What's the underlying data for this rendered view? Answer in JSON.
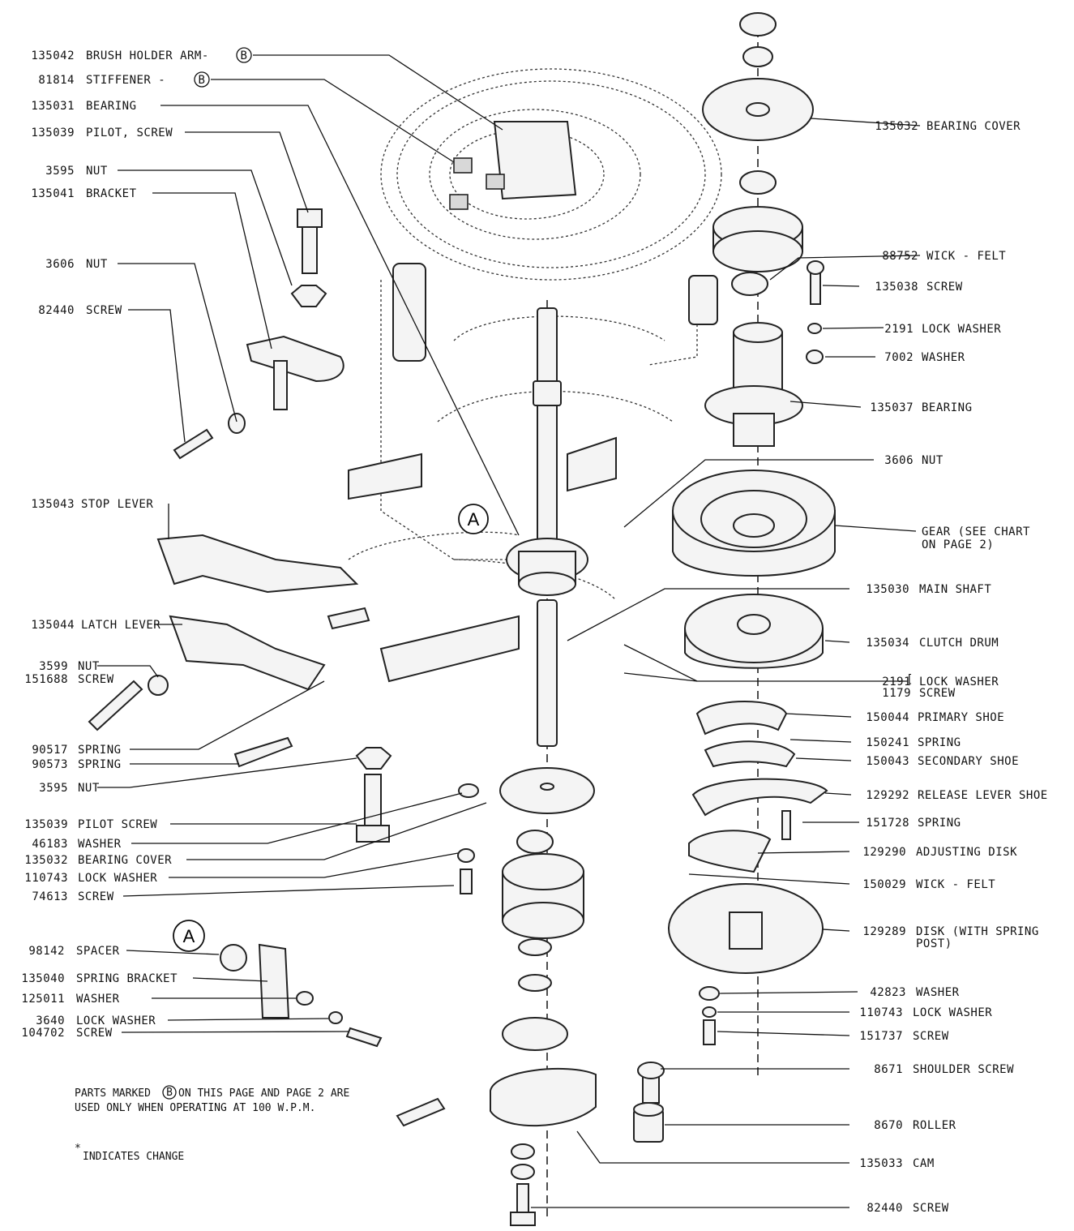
{
  "callouts_left": [
    {
      "number": "135042",
      "label": "BRUSH HOLDER ARM-",
      "mark": "B"
    },
    {
      "number": "81814",
      "label": "STIFFENER -",
      "mark": "B"
    },
    {
      "number": "135031",
      "label": "BEARING"
    },
    {
      "number": "135039",
      "label": "PILOT, SCREW"
    },
    {
      "number": "3595",
      "label": "NUT"
    },
    {
      "number": "135041",
      "label": "BRACKET"
    },
    {
      "number": "3606",
      "label": "NUT"
    },
    {
      "number": "82440",
      "label": "SCREW"
    },
    {
      "number": "135043",
      "label": "STOP LEVER"
    },
    {
      "number": "135044",
      "label": "LATCH LEVER"
    },
    {
      "number": "3599",
      "label": "NUT"
    },
    {
      "number": "151688",
      "label": "SCREW"
    },
    {
      "number": "90517",
      "label": "SPRING"
    },
    {
      "number": "90573",
      "label": "SPRING"
    },
    {
      "number": "3595",
      "label": "NUT"
    },
    {
      "number": "135039",
      "label": "PILOT SCREW"
    },
    {
      "number": "46183",
      "label": "WASHER"
    },
    {
      "number": "135032",
      "label": "BEARING COVER"
    },
    {
      "number": "110743",
      "label": "LOCK WASHER"
    },
    {
      "number": "74613",
      "label": "SCREW"
    }
  ],
  "callouts_inset": [
    {
      "number": "98142",
      "label": "SPACER"
    },
    {
      "number": "135040",
      "label": "SPRING BRACKET"
    },
    {
      "number": "125011",
      "label": "WASHER"
    },
    {
      "number": "3640",
      "label": "LOCK WASHER"
    },
    {
      "number": "104702",
      "label": "SCREW"
    }
  ],
  "callouts_right": [
    {
      "number": "135032",
      "label": "BEARING COVER"
    },
    {
      "number": "88752",
      "label": "WICK - FELT"
    },
    {
      "number": "135038",
      "label": "SCREW"
    },
    {
      "number": "2191",
      "label": "LOCK WASHER"
    },
    {
      "number": "7002",
      "label": "WASHER"
    },
    {
      "number": "135037",
      "label": "BEARING"
    },
    {
      "number": "3606",
      "label": "NUT"
    },
    {
      "number": "",
      "label": "GEAR (SEE CHART",
      "label2": "ON PAGE 2)"
    },
    {
      "number": "135030",
      "label": "MAIN SHAFT"
    },
    {
      "number": "135034",
      "label": "CLUTCH DRUM"
    },
    {
      "number": "2191",
      "label": "LOCK WASHER",
      "number2": "1179",
      "label2": "SCREW"
    },
    {
      "number": "150044",
      "label": "PRIMARY SHOE"
    },
    {
      "number": "150241",
      "label": "SPRING"
    },
    {
      "number": "150043",
      "label": "SECONDARY SHOE"
    },
    {
      "number": "129292",
      "label": "RELEASE LEVER SHOE"
    },
    {
      "number": "151728",
      "label": "SPRING"
    },
    {
      "number": "129290",
      "label": "ADJUSTING DISK"
    },
    {
      "number": "150029",
      "label": "WICK - FELT"
    },
    {
      "number": "129289",
      "label": "DISK (WITH SPRING",
      "label2": "POST)"
    },
    {
      "number": "42823",
      "label": "WASHER"
    },
    {
      "number": "110743",
      "label": "LOCK WASHER"
    },
    {
      "number": "151737",
      "label": "SCREW"
    },
    {
      "number": "8671",
      "label": "SHOULDER SCREW"
    },
    {
      "number": "8670",
      "label": "ROLLER"
    },
    {
      "number": "135033",
      "label": "CAM"
    },
    {
      "number": "82440",
      "label": "SCREW"
    }
  ],
  "markers": {
    "a": "A",
    "b": "B"
  },
  "notes": {
    "line1_pre": "PARTS MARKED",
    "line1_mark": "B",
    "line1_post": "ON THIS PAGE AND PAGE 2 ARE",
    "line2": "USED ONLY WHEN OPERATING AT 100 W.P.M.",
    "change_mark": "*",
    "change_text": "INDICATES  CHANGE"
  }
}
